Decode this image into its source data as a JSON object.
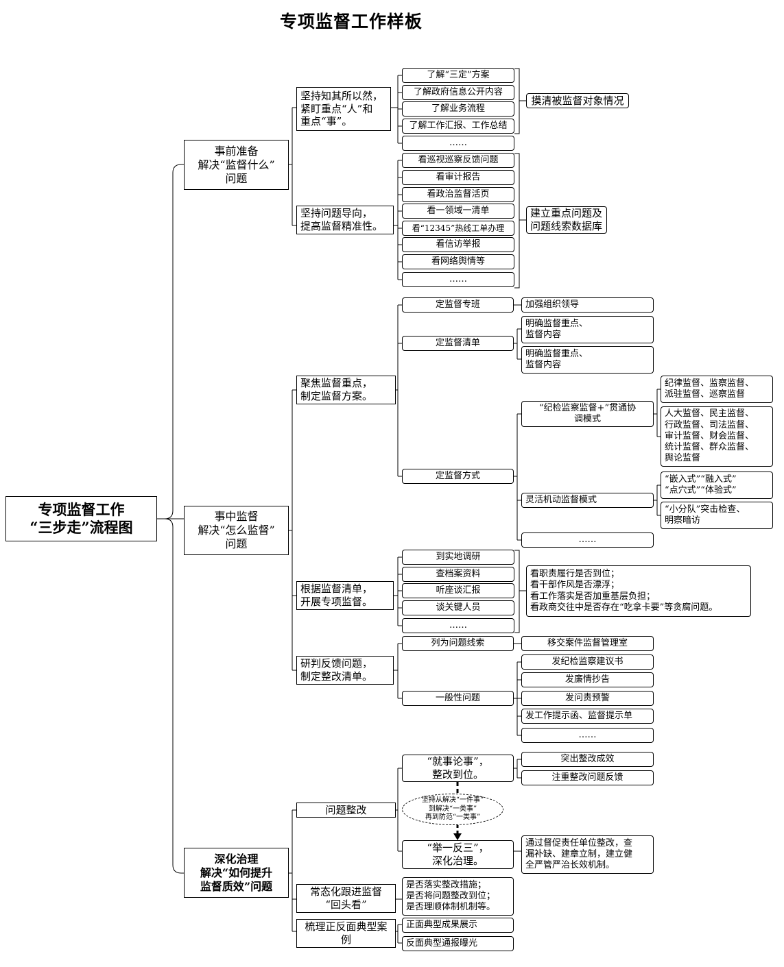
{
  "title": "专项监督工作样板",
  "root": "专项监督工作\n“三步走”流程图",
  "phase1": {
    "label": "事前准备\n解决“监督什么”\n问题",
    "sub1": {
      "label": "坚持知其所以然，\n紧盯重点“人”和\n重点“事”。",
      "items": [
        "了解“三定”方案",
        "了解政府信息公开内容",
        "了解业务流程",
        "了解工作汇报、工作总结",
        "……"
      ],
      "result": "摸清被监督对象情况"
    },
    "sub2": {
      "label": "坚持问题导向，\n提高监督精准性。",
      "items": [
        "看巡视巡察反馈问题",
        "看审计报告",
        "看政治监督活页",
        "看一领域一清单",
        "看“12345”热线工单办理",
        "看信访举报",
        "看网络舆情等",
        "……"
      ],
      "result": "建立重点问题及\n问题线索数据库"
    }
  },
  "phase2": {
    "label": "事中监督\n解决“怎么监督”\n问题",
    "sub1": {
      "label": "聚焦监督重点，\n制定监督方案。",
      "ban": "定监督专班",
      "ban_result": "加强组织领导",
      "list": "定监督清单",
      "list_results": [
        "明确监督重点、\n监督内容",
        "明确监督重点、\n监督内容"
      ],
      "mode": "定监督方式",
      "mode_a": "“纪检监察监督+”贯通协\n调模式",
      "mode_a_items": [
        "纪律监督、监察监督、\n派驻监督、巡察监督",
        "人大监督、民主监督、\n行政监督、司法监督、\n审计监督、财会监督、\n统计监督、群众监督、\n舆论监督"
      ],
      "mode_b": "灵活机动监督模式",
      "mode_b_items": [
        "“嵌入式”“融入式”\n“点穴式”“体验式”",
        "“小分队”突击检查、\n明察暗访"
      ],
      "mode_more": "……"
    },
    "sub2": {
      "label": "根据监督清单，\n开展专项监督。",
      "items": [
        "到实地调研",
        "查档案资料",
        "听座谈汇报",
        "谈关键人员",
        "……"
      ],
      "result": "看职责履行是否到位；\n看干部作风是否漂浮；\n看工作落实是否加重基层负担；\n看政商交往中是否存在“吃拿卡要”等贪腐问题。"
    },
    "sub3": {
      "label": "研判反馈问题，\n制定整改清单。",
      "clue": "列为问题线索",
      "clue_result": "移交案件监督管理室",
      "general": "一般性问题",
      "general_items": [
        "发纪检监察建议书",
        "发廉情抄告",
        "发问责预警",
        "发工作提示函、监督提示单",
        "……"
      ]
    }
  },
  "phase3": {
    "label": "深化治理\n解决“如何提升\n监督质效”问题",
    "sub1": {
      "label": "问题整改",
      "a": "“就事论事”，\n整改到位。",
      "a_items": [
        "突出整改成效",
        "注重整改问题反馈"
      ],
      "oval": "坚持从解决“一件事”\n到解决“一类事”\n再到防范“一类事”",
      "b": "“举一反三”，\n深化治理。",
      "b_result": "通过督促责任单位整改，查\n漏补缺、建章立制，建立健\n全严管严治长效机制。"
    },
    "sub2": {
      "label": "常态化跟进监督\n“回头看”",
      "result": "是否落实整改措施；\n是否将问题整改到位；\n是否理顺体制机制等。"
    },
    "sub3": {
      "label": "梳理正反面典型案\n例",
      "items": [
        "正面典型成果展示",
        "反面典型通报曝光"
      ]
    }
  }
}
